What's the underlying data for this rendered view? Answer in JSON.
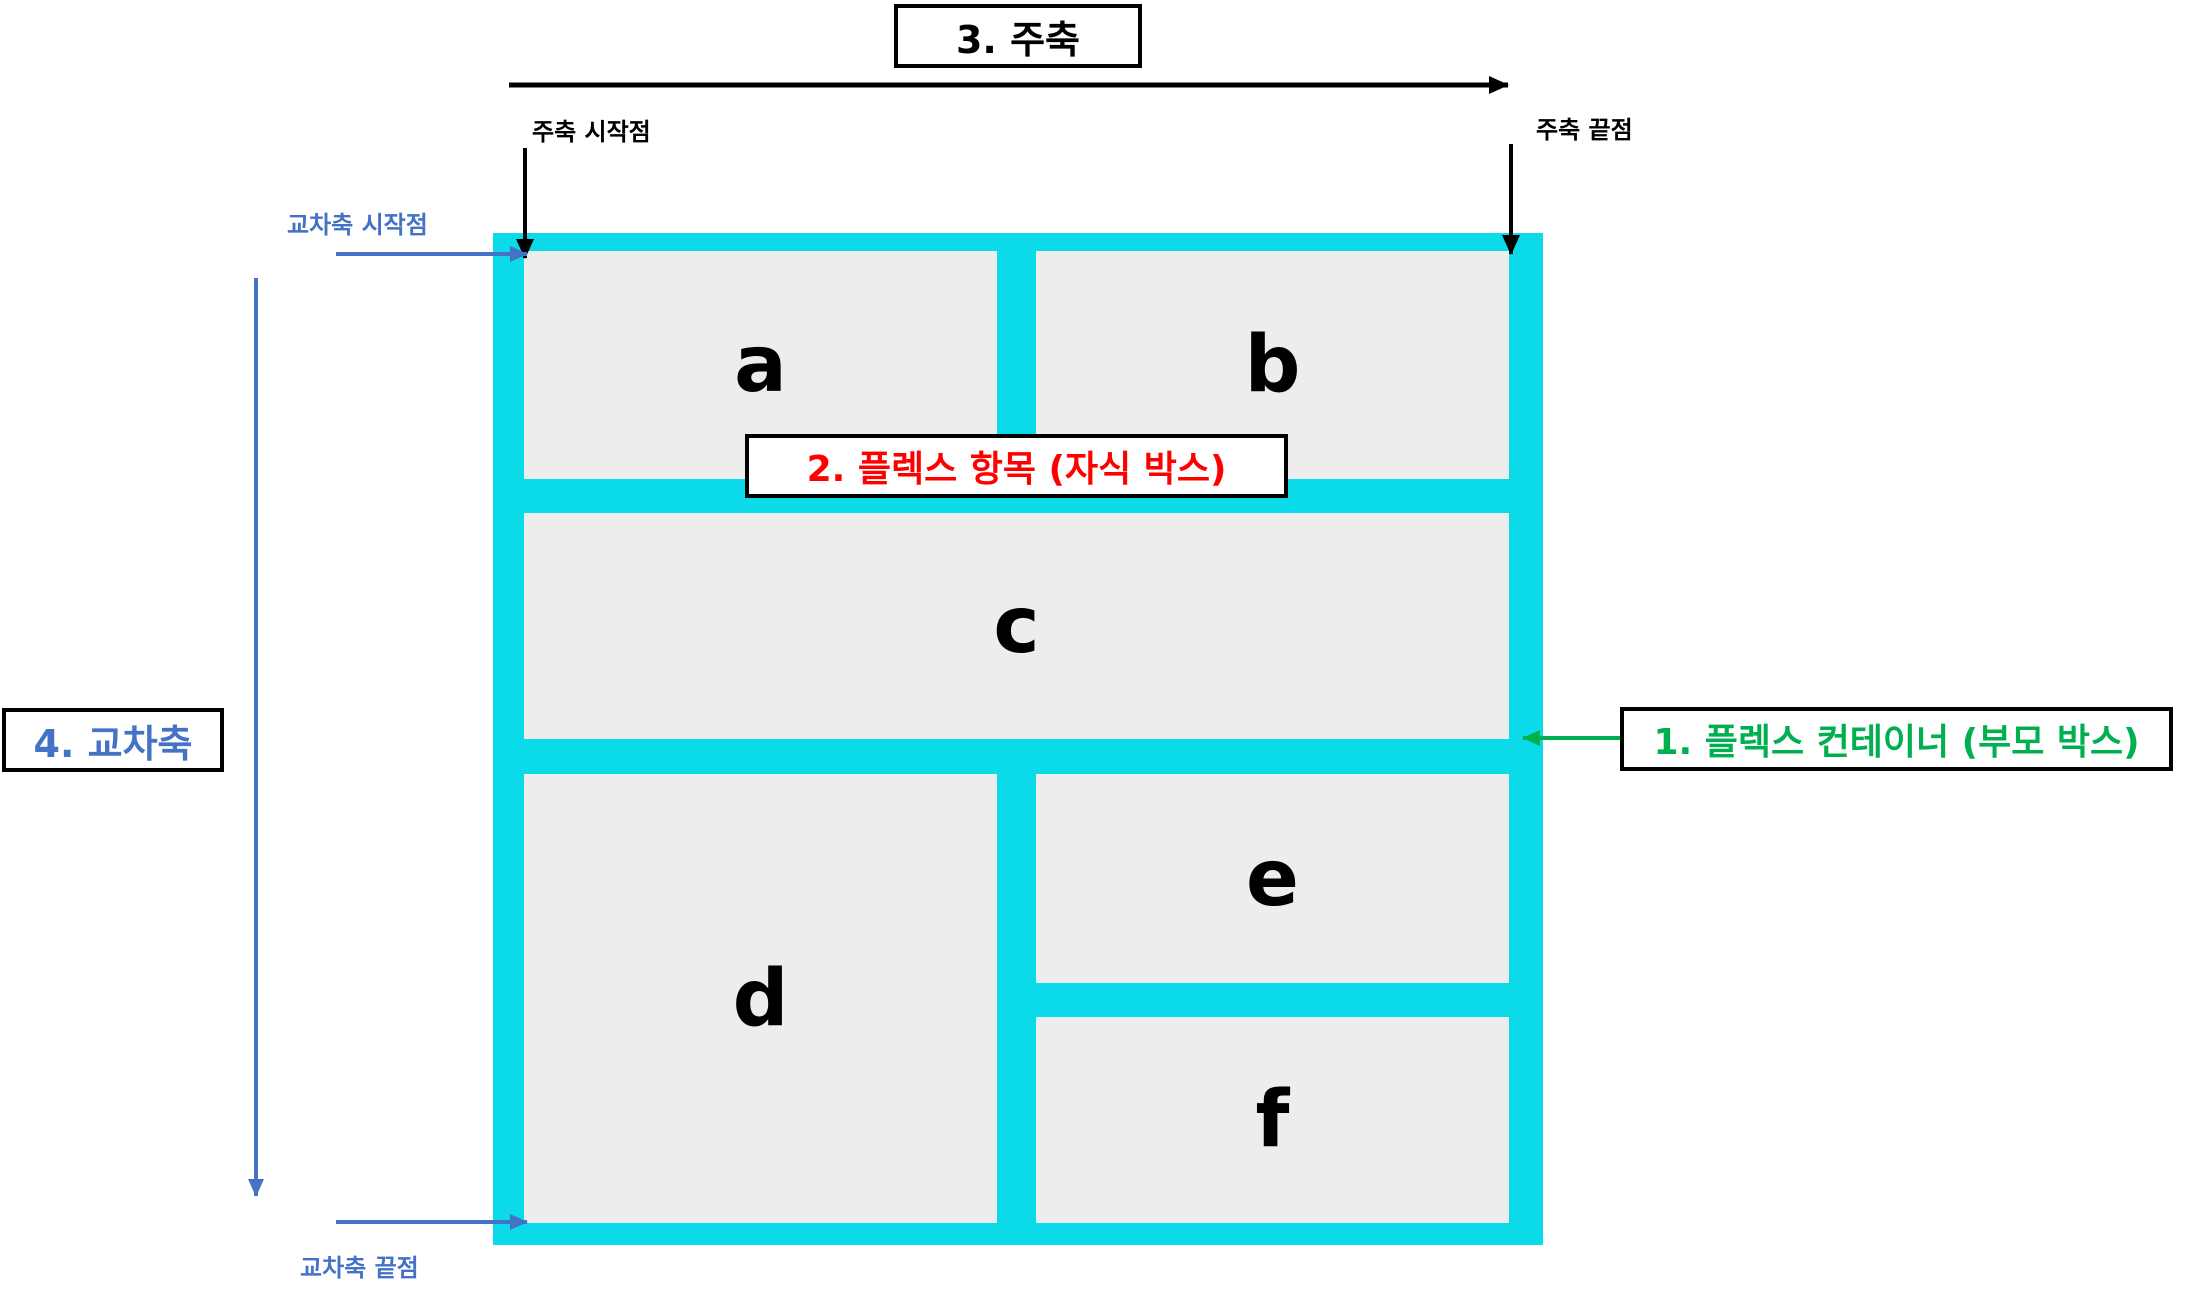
{
  "colors": {
    "container": "#0bdbe8",
    "item": "#ededed",
    "cross_axis": "#4472c4",
    "container_label": "#00b050",
    "item_label": "#ff0000",
    "main_axis": "#000000"
  },
  "main_axis": {
    "title": "3. 주축",
    "start_label": "주축 시작점",
    "end_label": "주축 끝점"
  },
  "cross_axis": {
    "title": "4. 교차축",
    "start_label": "교차축 시작점",
    "end_label": "교차축 끝점"
  },
  "container": {
    "label": "1. 플렉스 컨테이너 (부모 박스)"
  },
  "flex_item": {
    "label": "2. 플렉스 항목 (자식 박스)"
  },
  "items": [
    "a",
    "b",
    "c",
    "d",
    "e",
    "f"
  ]
}
